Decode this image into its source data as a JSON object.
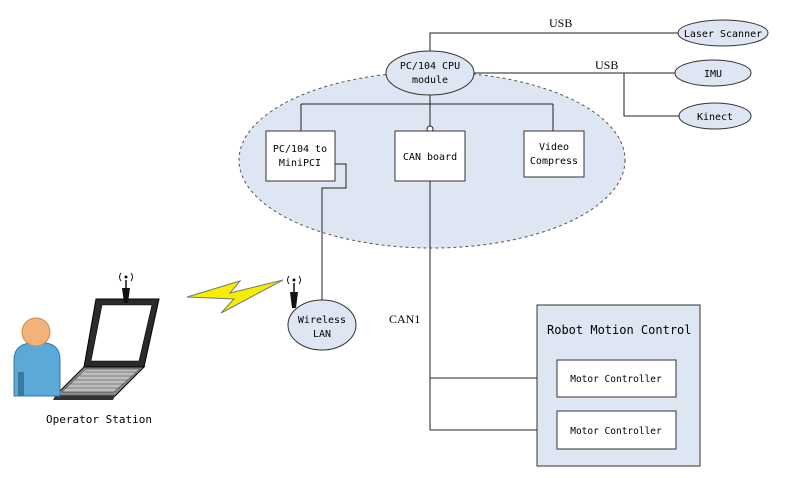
{
  "modules": {
    "cpu": [
      "PC/104 CPU",
      "module"
    ],
    "minipci": [
      "PC/104 to",
      "MiniPCI"
    ],
    "can_board": "CAN board",
    "video": [
      "Video",
      "Compress"
    ]
  },
  "peripherals": {
    "laser": "Laser Scanner",
    "imu": "IMU",
    "kinect": "Kinect"
  },
  "links": {
    "usb_top": "USB",
    "usb_mid": "USB",
    "can": "CAN1"
  },
  "wireless": [
    "Wireless",
    "LAN"
  ],
  "robot": {
    "title": "Robot Motion Control",
    "controllers": [
      "Motor Controller",
      "Motor Controller"
    ]
  },
  "operator_label": "Operator Station",
  "colors": {
    "cpu_cluster_fill": "#dfe6f3",
    "robot_panel_fill": "#dfe6f3",
    "lightning": "#f5ee00",
    "person_head": "#f3b27a",
    "person_body": "#5aa9d8"
  },
  "icons": [
    "antenna-icon",
    "laptop-icon",
    "person-icon",
    "lightning-icon"
  ]
}
